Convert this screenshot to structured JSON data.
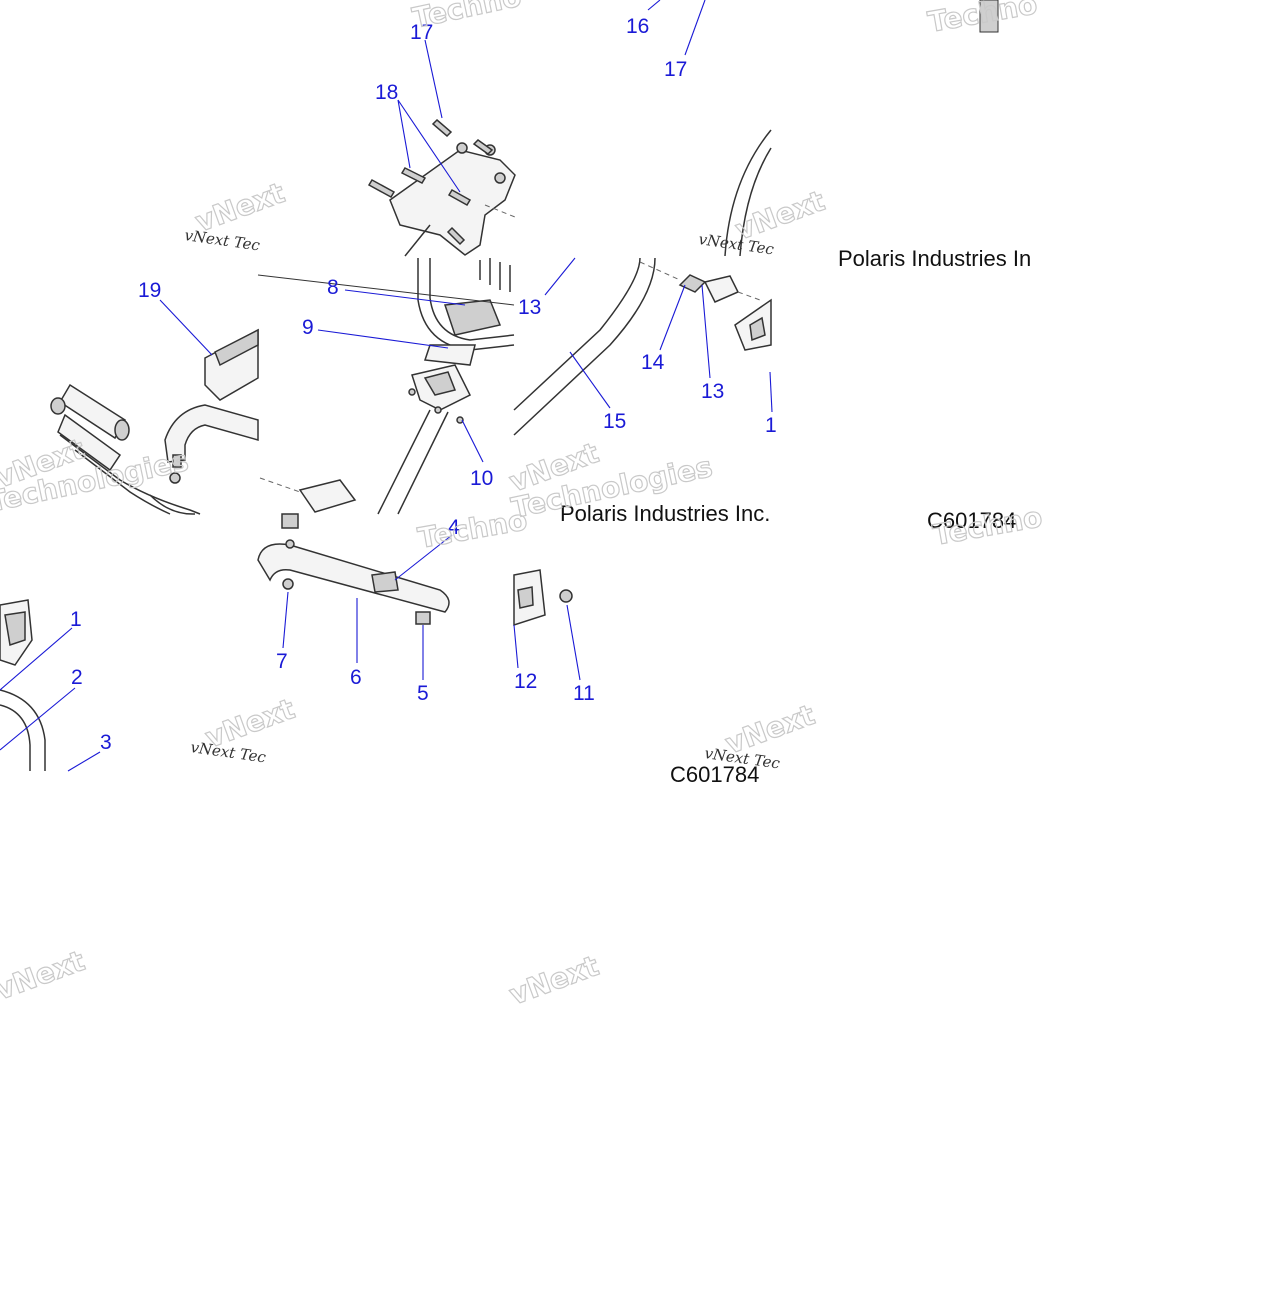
{
  "callouts": [
    {
      "id": "c1",
      "text": "17"
    },
    {
      "id": "c2",
      "text": "18"
    },
    {
      "id": "c3",
      "text": "16"
    },
    {
      "id": "c4",
      "text": "17"
    },
    {
      "id": "c5",
      "text": "19"
    },
    {
      "id": "c6",
      "text": "8"
    },
    {
      "id": "c7",
      "text": "9"
    },
    {
      "id": "c8",
      "text": "13"
    },
    {
      "id": "c9",
      "text": "14"
    },
    {
      "id": "c10",
      "text": "13"
    },
    {
      "id": "c11",
      "text": "15"
    },
    {
      "id": "c12",
      "text": "10"
    },
    {
      "id": "c13",
      "text": "4"
    },
    {
      "id": "c14",
      "text": "1"
    },
    {
      "id": "c15",
      "text": "2"
    },
    {
      "id": "c16",
      "text": "3"
    },
    {
      "id": "c17",
      "text": "7"
    },
    {
      "id": "c18",
      "text": "6"
    },
    {
      "id": "c19",
      "text": "5"
    },
    {
      "id": "c20",
      "text": "12"
    },
    {
      "id": "c21",
      "text": "11"
    },
    {
      "id": "c22",
      "text": "1"
    }
  ],
  "copyright": {
    "a": "Polaris Industries In",
    "b": "Polaris Industries Inc.",
    "c": "C601784",
    "d": "C601784"
  },
  "watermark": {
    "script": "vNext Tec",
    "brand": "Technologies",
    "short": "Techno",
    "next": "vNext"
  }
}
